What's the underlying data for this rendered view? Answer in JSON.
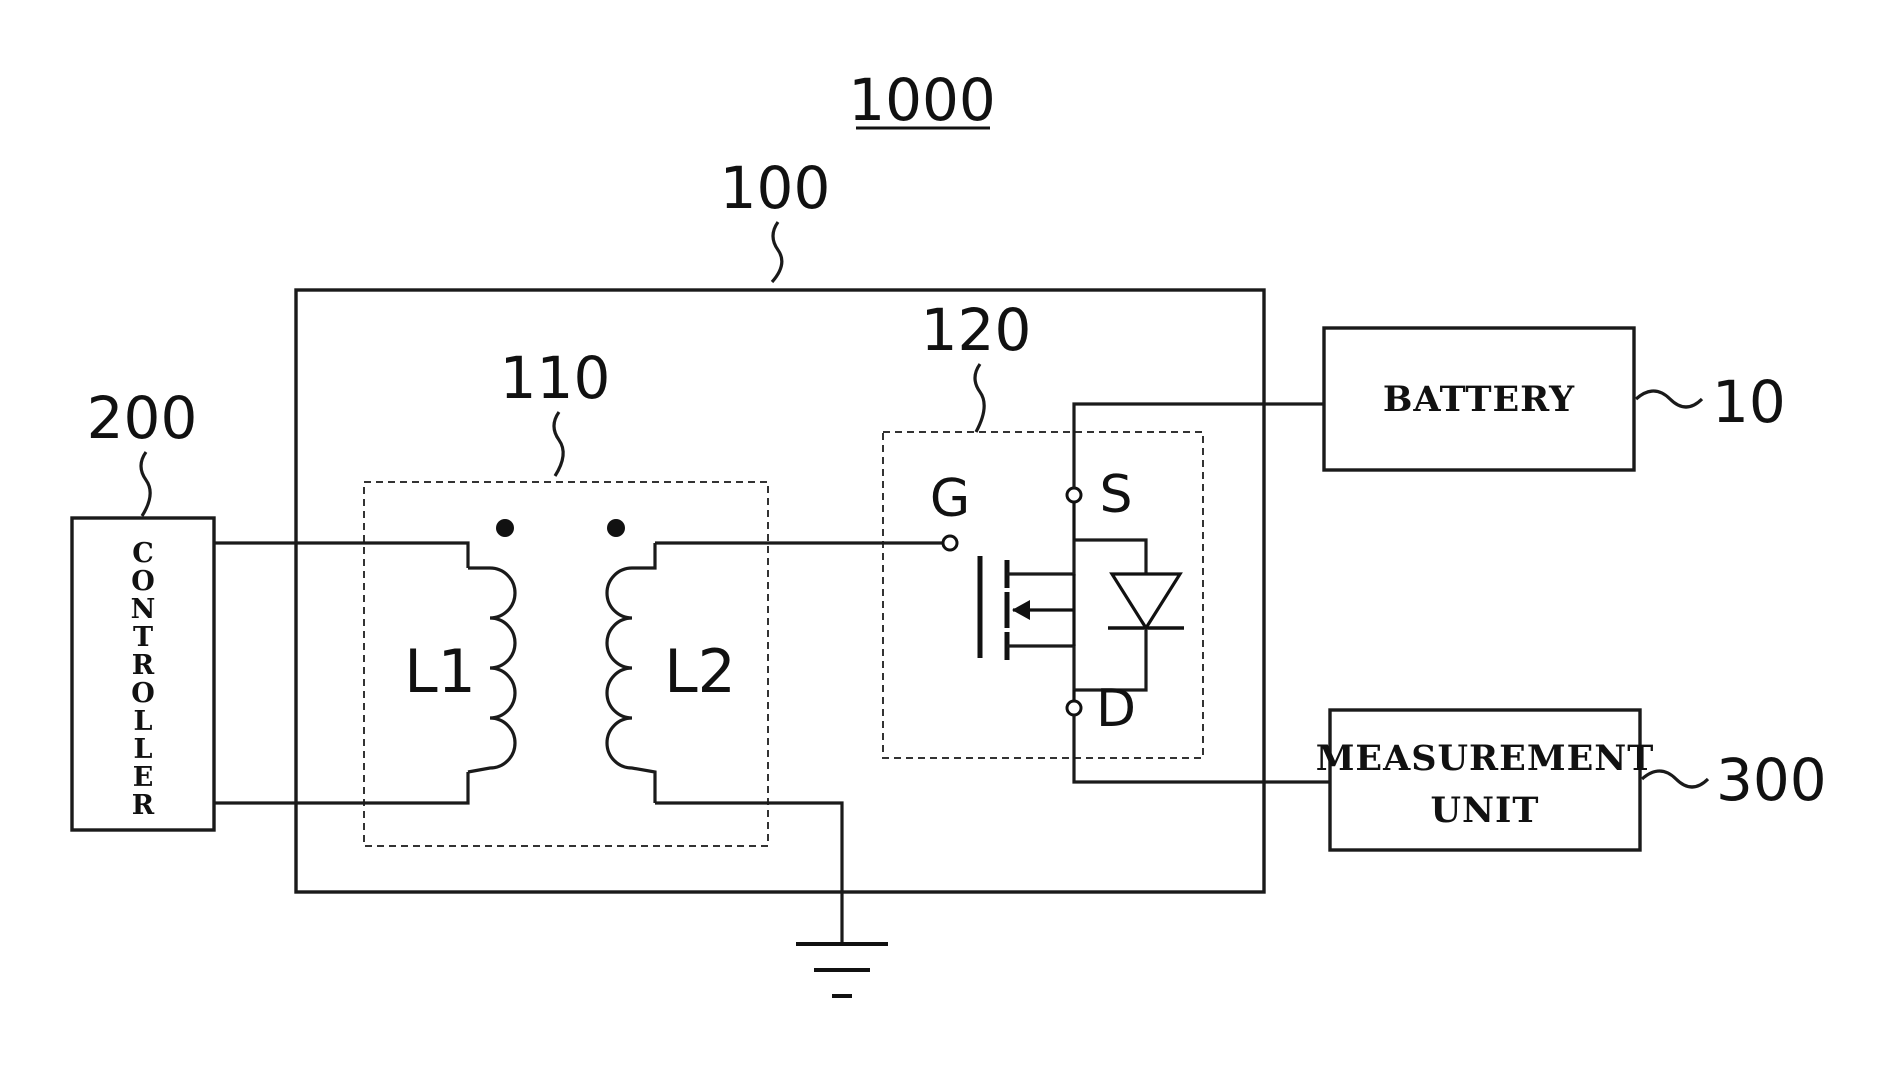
{
  "figure": {
    "number": "1000"
  },
  "labels": {
    "device_ref": "100",
    "transformer_ref": "110",
    "switch_ref": "120",
    "controller_ref": "200",
    "battery_ref": "10",
    "measurement_ref": "300"
  },
  "transformer": {
    "primary": "L1",
    "secondary": "L2"
  },
  "switch": {
    "gate": "G",
    "source": "S",
    "drain": "D"
  },
  "blocks": {
    "controller": [
      "C",
      "O",
      "N",
      "T",
      "R",
      "O",
      "L",
      "L",
      "E",
      "R"
    ],
    "battery": "BATTERY",
    "measurement_line1": "MEASUREMENT",
    "measurement_line2": "UNIT"
  }
}
